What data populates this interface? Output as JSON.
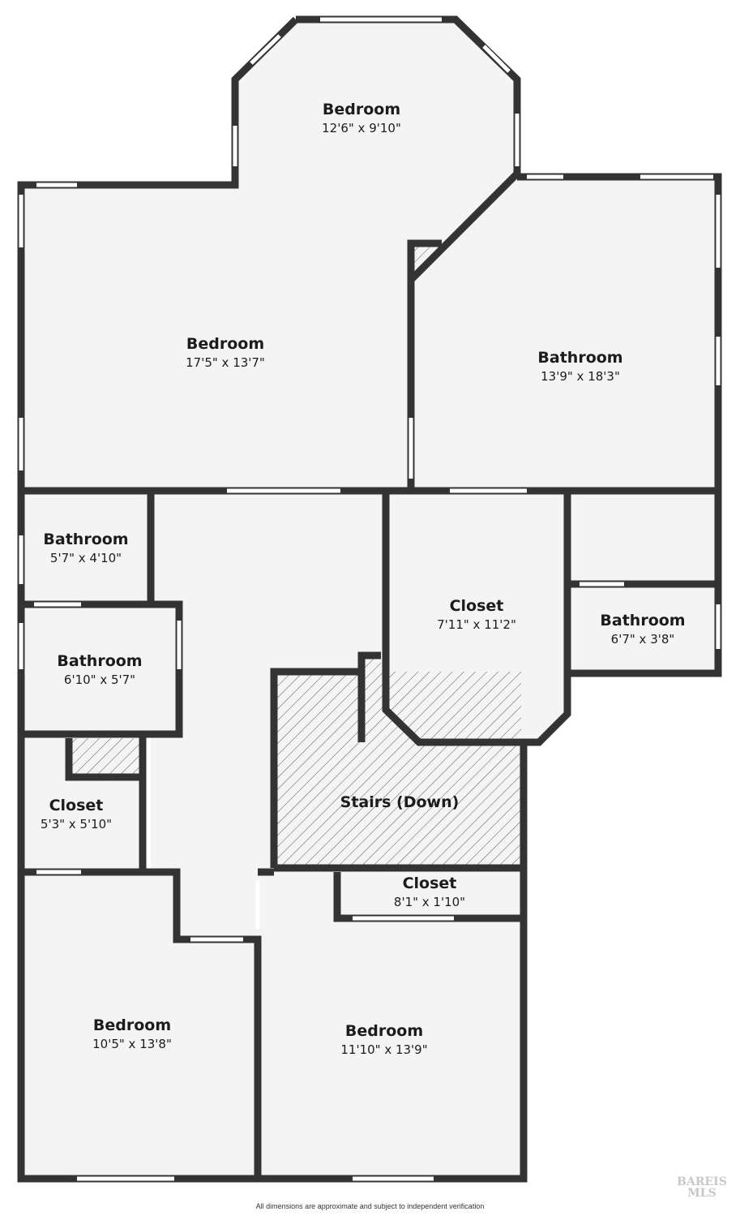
{
  "colors": {
    "wall": "#333333",
    "floor": "#f4f4f4",
    "window": "#ffffff",
    "hatch": "#555555"
  },
  "rooms": [
    {
      "name": "Bedroom",
      "dims": "12'6\" x 9'10\""
    },
    {
      "name": "Bedroom",
      "dims": "17'5\" x 13'7\""
    },
    {
      "name": "Bathroom",
      "dims": "13'9\" x 18'3\""
    },
    {
      "name": "Bathroom",
      "dims": "5'7\" x 4'10\""
    },
    {
      "name": "Closet",
      "dims": "7'11\" x 11'2\""
    },
    {
      "name": "Bathroom",
      "dims": "6'7\" x 3'8\""
    },
    {
      "name": "Bathroom",
      "dims": "6'10\" x 5'7\""
    },
    {
      "name": "Closet",
      "dims": "5'3\" x 5'10\""
    },
    {
      "name": "Stairs (Down)",
      "dims": ""
    },
    {
      "name": "Closet",
      "dims": "8'1\" x 1'10\""
    },
    {
      "name": "Bedroom",
      "dims": "10'5\" x 13'8\""
    },
    {
      "name": "Bedroom",
      "dims": "11'10\" x 13'9\""
    }
  ],
  "footer": "All dimensions are approximate and subject to independent verification",
  "logo": {
    "line1": "BAREIS",
    "line2": "MLS"
  }
}
